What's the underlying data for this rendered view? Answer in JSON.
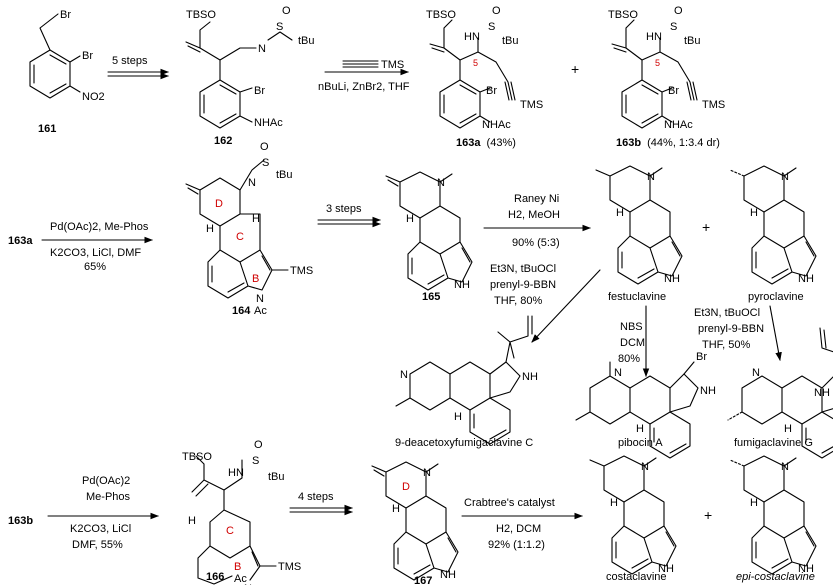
{
  "compounds": {
    "c161": "161",
    "c162": "162",
    "c163a": "163a",
    "c163a_yield": "(43%)",
    "c163b": "163b",
    "c163b_yield": "(44%, 1:3.4 dr)",
    "c164": "164",
    "c165": "165",
    "c166": "166",
    "c167": "167",
    "festuclavine": "festuclavine",
    "pyroclavine": "pyroclavine",
    "nine_deacetoxy": "9-deacetoxyfumigaclavine C",
    "pibocin": "pibocin A",
    "fumigaclavine": "fumigaclavine G",
    "costaclavine": "costaclavine",
    "epi_costaclavine": "epi-costaclavine"
  },
  "atoms": {
    "br": "Br",
    "no2": "NO2",
    "tbso": "TBSO",
    "s": "S",
    "o": "O",
    "n": "N",
    "hn": "HN",
    "nh": "NH",
    "h": "H",
    "tbu": "tBu",
    "nhac": "NHAc",
    "tms": "TMS",
    "ac": "Ac",
    "ring_d": "D",
    "ring_c": "C",
    "ring_b": "B",
    "c5": "5"
  },
  "conditions": {
    "r1": "5 steps",
    "r2_reagent": "TMS",
    "r2_cond": "nBuLi, ZnBr2, THF",
    "plus": "+",
    "r3_start": "163a",
    "r3_line1": "Pd(OAc)2, Me-Phos",
    "r3_line2": "K2CO3, LiCl, DMF",
    "r3_line3": "65%",
    "r4": "3 steps",
    "r5_line1": "Raney Ni",
    "r5_line2": "H2, MeOH",
    "r5_line3": "90% (5:3)",
    "r6_line1": "Et3N, tBuOCl",
    "r6_line2": "prenyl-9-BBN",
    "r6_line3": "THF, 80%",
    "r7_line1": "NBS",
    "r7_line2": "DCM",
    "r7_line3": "80%",
    "r8_line1": "Et3N, tBuOCl",
    "r8_line2": "prenyl-9-BBN",
    "r8_line3": "THF, 50%",
    "r9_start": "163b",
    "r9_line1": "Pd(OAc)2",
    "r9_line2": "Me-Phos",
    "r9_line3": "K2CO3, LiCl",
    "r9_line4": "DMF, 55%",
    "r10": "4 steps",
    "r11_line1": "Crabtree's catalyst",
    "r11_line2": "H2, DCM",
    "r11_line3": "92% (1:1.2)"
  }
}
